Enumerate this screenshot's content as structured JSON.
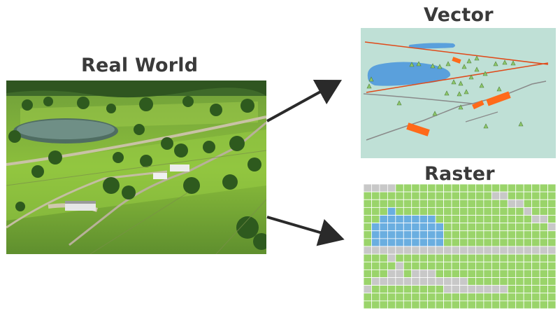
{
  "labels": {
    "real_world": "Real World",
    "vector": "Vector",
    "raster": "Raster"
  },
  "colors": {
    "title_text": "#3a3a3a",
    "vector_background": "#bfe0d6",
    "water": "#5aa0dc",
    "road_vector": "#8a8a8a",
    "boundary_line": "#e04a1a",
    "building": "#ff6a1a",
    "tree_marker": "#8ec86a",
    "raster_grass": "#9ad46a",
    "raster_water": "#6aaee0",
    "raster_road": "#c8c8c8",
    "arrow": "#2a2a2a"
  },
  "raster_grid": {
    "rows": [
      "RRRRGGGGGGGGGGGGGGGGGGGG",
      "GGGGGGGGGGGGGGGGRRGGGGGG",
      "GGGGGGGGGGGGGGGGGGRRGGGG",
      "GGGWGGGGGGGGGGGGGGGGRGGG",
      "GGWWWWWWWGGGGGGGGGGGGRRG",
      "GWWWWWWWWWGGGGGGGGGGGGGR",
      "GWWWWWWWWWGGGGGGGGGGGGGG",
      "GWWWWWWWWWGGGGGGGGGGGGGG",
      "RRRRRRRRRRRRRRRRRRRRRRRR",
      "GGGRGGGGGGGGGGGGGGGGGGGG",
      "GGGGRGGGGGGGGGGGGGGGGGGG",
      "GGGRRGRRRGGGGGGGGGGGGGGG",
      "GRRRRRRRRRRRRGGGGGGGGGGG",
      "RGGGGGGGGGRRRRRRRRGGGGGG",
      "GGGGGGGGGGGGGGGGGGGGGGGG",
      "GGGGGGGGGGGGGGGGGGGGGGGG"
    ]
  }
}
